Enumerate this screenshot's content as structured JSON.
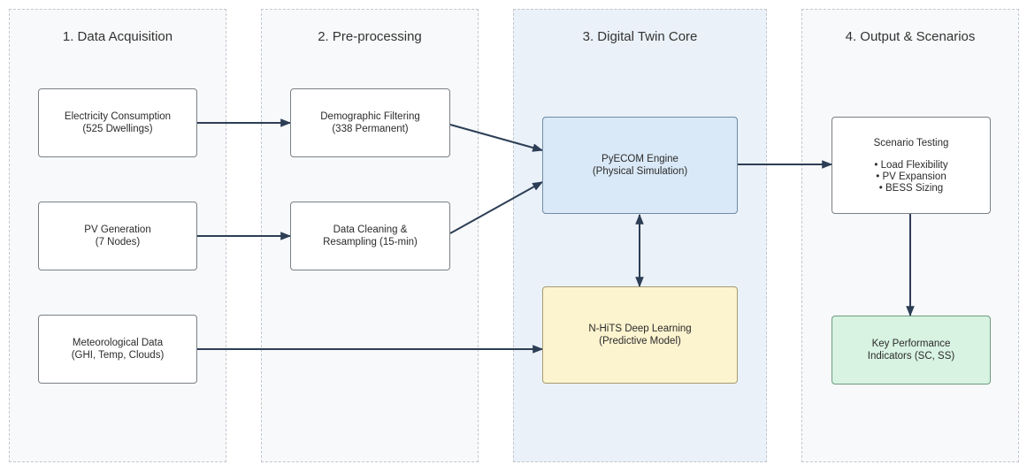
{
  "lanes": [
    {
      "title": "1. Data Acquisition"
    },
    {
      "title": "2. Pre-processing"
    },
    {
      "title": "3. Digital Twin Core"
    },
    {
      "title": "4. Output & Scenarios"
    }
  ],
  "nodes": {
    "electricity": {
      "line1": "Electricity Consumption",
      "line2": "(525 Dwellings)"
    },
    "pv_generation": {
      "line1": "PV Generation",
      "line2": "(7 Nodes)"
    },
    "meteorological": {
      "line1": "Meteorological Data",
      "line2": "(GHI, Temp, Clouds)"
    },
    "demographic": {
      "line1": "Demographic Filtering",
      "line2": "(338 Permanent)"
    },
    "cleaning": {
      "line1": "Data Cleaning &",
      "line2": "Resampling (15-min)"
    },
    "pyecom": {
      "line1": "PyECOM Engine",
      "line2": "(Physical Simulation)"
    },
    "nhits": {
      "line1": "N-HiTS Deep Learning",
      "line2": "(Predictive Model)"
    },
    "scenario": {
      "title": "Scenario Testing",
      "bullets": [
        "• Load Flexibility",
        "• PV Expansion",
        "• BESS Sizing"
      ]
    },
    "kpi": {
      "line1": "Key Performance",
      "line2": "Indicators (SC, SS)"
    }
  },
  "colors": {
    "edge": "#2c3e55",
    "lane_border": "#c4c7cc",
    "core_fill": "#ebf1f8",
    "physical_fill": "#dae9f7",
    "predictive_fill": "#fcf3cf",
    "kpi_fill": "#d8f3e1"
  }
}
